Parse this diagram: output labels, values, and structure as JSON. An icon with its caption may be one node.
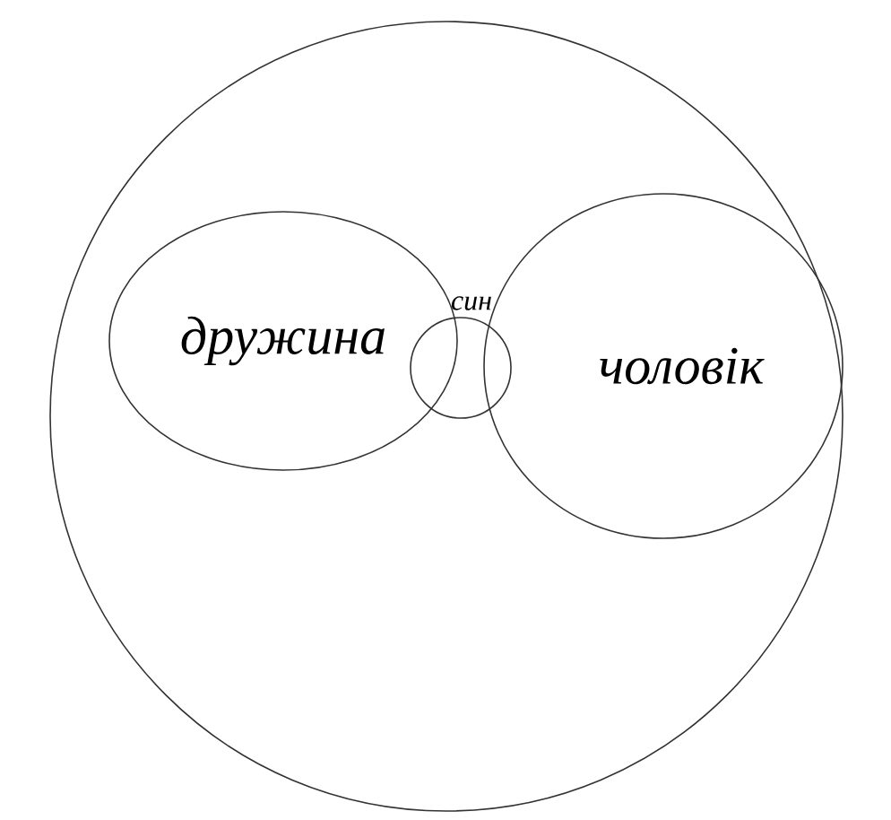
{
  "diagram": {
    "nodes": [
      {
        "text": [],
        "shape": "circle"
      },
      {
        "text": [
          "дружина"
        ],
        "in": 0
      },
      {
        "text": [
          "чоловік"
        ],
        "in": 0
      },
      {
        "text": [
          "син"
        ],
        "in": 0
      }
    ]
  }
}
